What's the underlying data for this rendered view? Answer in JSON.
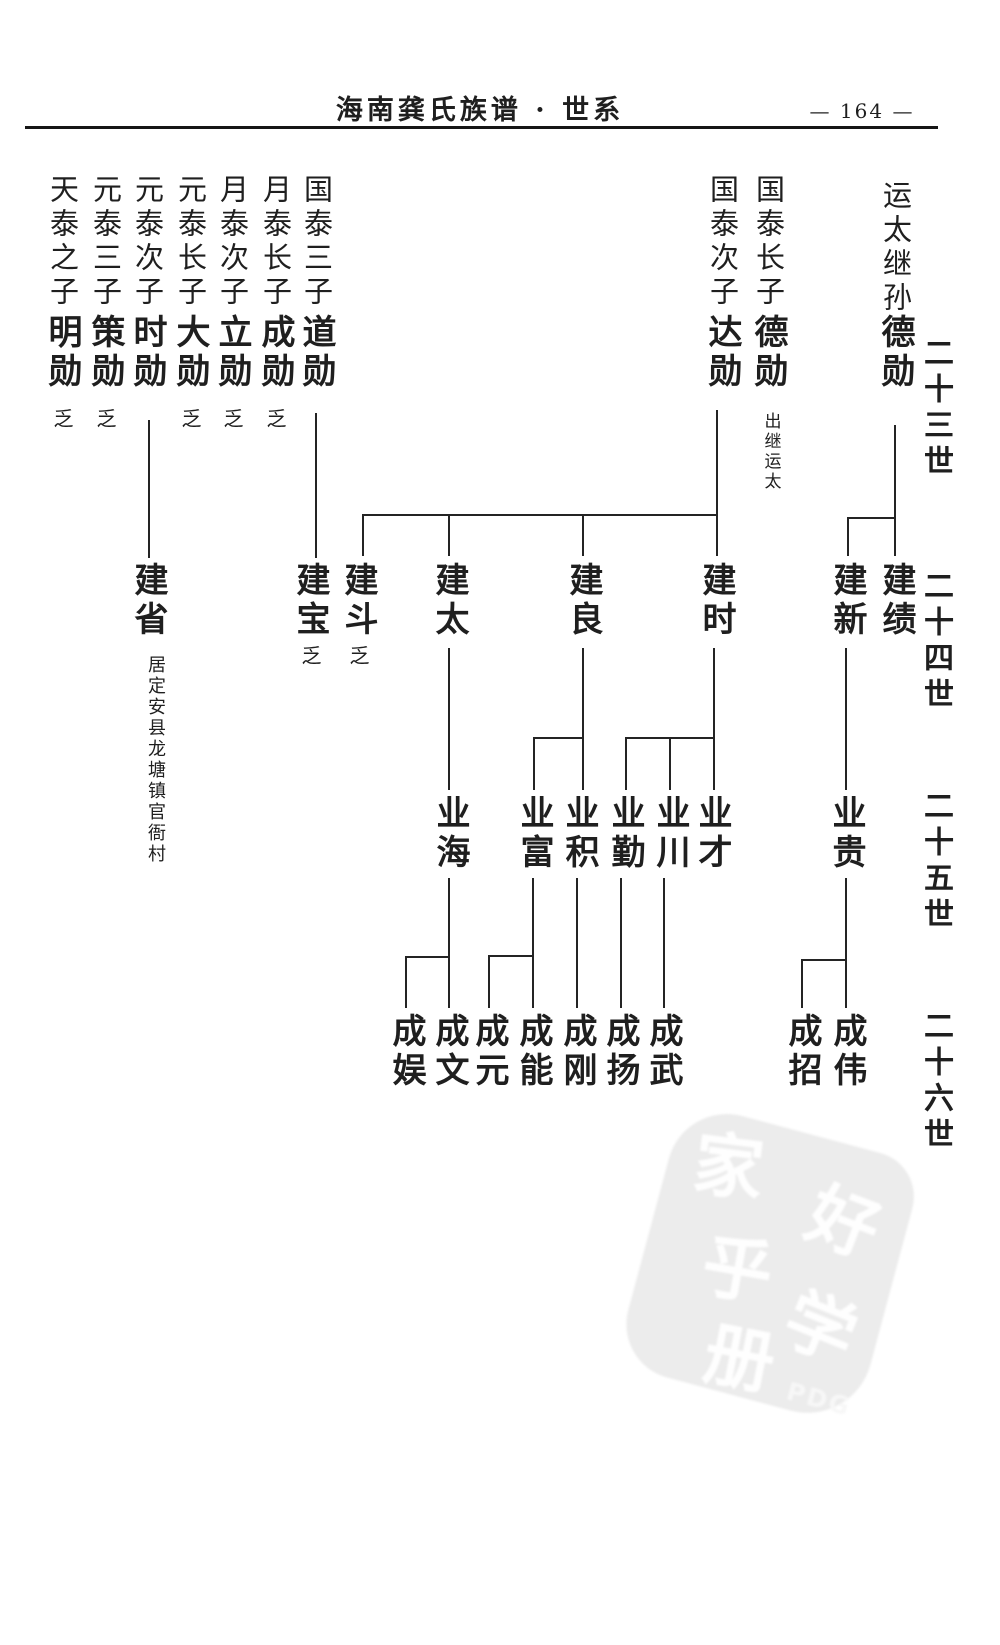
{
  "header": {
    "title": "海南龚氏族谱 · 世系",
    "page_number": "— 164 —"
  },
  "generation_labels": [
    "二十三世",
    "二十四世",
    "二十五世",
    "二十六世"
  ],
  "generation23": [
    {
      "relation": "天泰之子",
      "name": "明勋",
      "note": "乏"
    },
    {
      "relation": "元泰三子",
      "name": "策勋",
      "note": "乏"
    },
    {
      "relation": "元泰次子",
      "name": "时勋",
      "note": ""
    },
    {
      "relation": "元泰长子",
      "name": "大勋",
      "note": "乏"
    },
    {
      "relation": "月泰次子",
      "name": "立勋",
      "note": "乏"
    },
    {
      "relation": "月泰长子",
      "name": "成勋",
      "note": "乏"
    },
    {
      "relation": "国泰三子",
      "name": "道勋",
      "note": ""
    },
    {
      "relation": "国泰次子",
      "name": "达勋",
      "note": ""
    },
    {
      "relation": "国泰长子",
      "name": "德勋",
      "note": "出继运太"
    },
    {
      "relation": "运太继孙",
      "name": "德勋",
      "note": ""
    }
  ],
  "generation24": [
    {
      "name": "建省",
      "note": "居定安县龙塘镇官衙村"
    },
    {
      "name": "建宝",
      "note": "乏"
    },
    {
      "name": "建斗",
      "note": "乏"
    },
    {
      "name": "建太",
      "note": ""
    },
    {
      "name": "建良",
      "note": ""
    },
    {
      "name": "建时",
      "note": ""
    },
    {
      "name": "建新",
      "note": ""
    },
    {
      "name": "建绩",
      "note": ""
    }
  ],
  "generation25": [
    {
      "name": "业海"
    },
    {
      "name": "业富"
    },
    {
      "name": "业积"
    },
    {
      "name": "业勤"
    },
    {
      "name": "业川"
    },
    {
      "name": "业才"
    },
    {
      "name": "业贵"
    }
  ],
  "generation26": [
    {
      "name": "成娱"
    },
    {
      "name": "成文"
    },
    {
      "name": "成元"
    },
    {
      "name": "成能"
    },
    {
      "name": "成刚"
    },
    {
      "name": "成扬"
    },
    {
      "name": "成武"
    },
    {
      "name": "成招"
    },
    {
      "name": "成伟"
    }
  ],
  "watermark": {
    "label": "PDG",
    "seal_glyphs": [
      "家",
      "好",
      "乎",
      "学",
      "册"
    ]
  },
  "colors": {
    "ink": "#1f1f1f",
    "paper": "#ffffff",
    "watermark_bg": "#ececec"
  }
}
